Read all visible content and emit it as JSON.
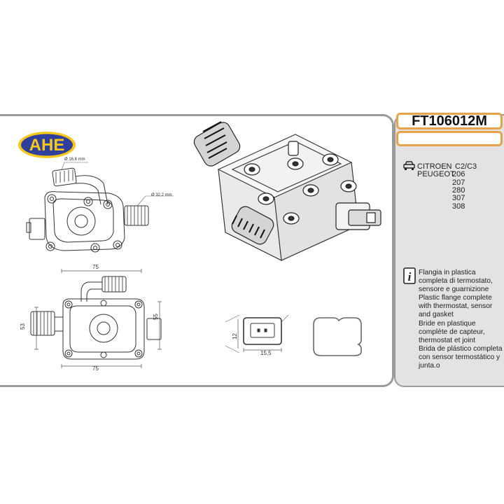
{
  "product": {
    "code": "FT106012M",
    "brand": "AHE"
  },
  "applications": [
    {
      "make": "CITROEN",
      "model": "C2/C3"
    },
    {
      "make": "PEUGEOT",
      "model": "206"
    },
    {
      "make": "",
      "model": "207"
    },
    {
      "make": "",
      "model": "280"
    },
    {
      "make": "",
      "model": "307"
    },
    {
      "make": "",
      "model": "308"
    }
  ],
  "description": [
    "Flangia in plastica completa di termostato, sensore e guarnizione",
    "Plastic flange complete with thermostat, sensor and gasket",
    "Bride en plastique complète de capteur, thermostat et joint",
    "Brida de plástico completa con sensor termostático y junta.o"
  ],
  "dimensions": {
    "outlet_small": "Ø 16,6 mm",
    "outlet_large": "Ø 32,2 mm",
    "width_top": "75",
    "width_bottom": "75",
    "height_left": "53",
    "height_right": "55",
    "connector_h": "12",
    "connector_w": "15,5"
  },
  "colors": {
    "accent": "#e8a24a",
    "brand_blue": "#2f3f9e",
    "brand_yellow": "#f6c81a",
    "panel": "#e3e3e3"
  },
  "icons": [
    "car-icon",
    "info-icon"
  ]
}
